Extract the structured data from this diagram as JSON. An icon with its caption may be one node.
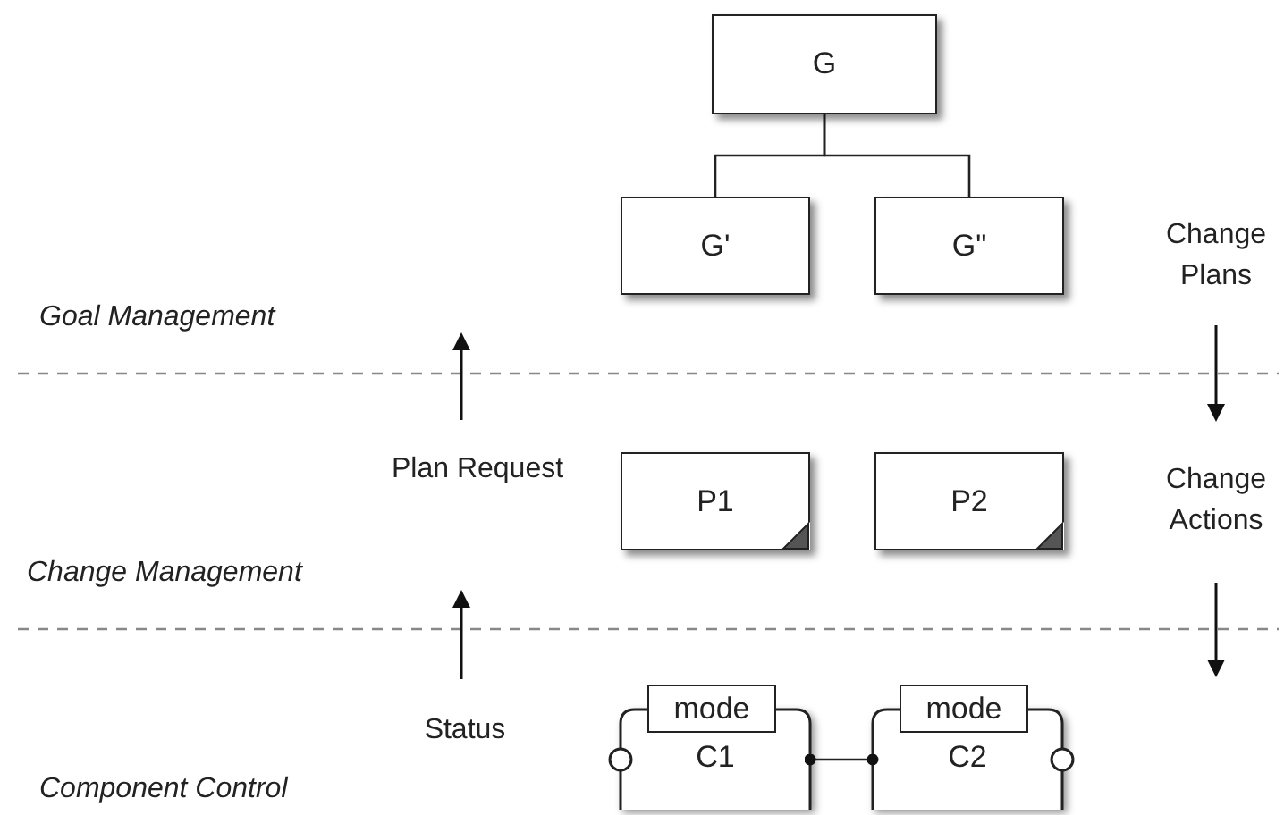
{
  "diagram": {
    "nodes": [
      {
        "text": [
          "G"
        ]
      },
      {
        "text": [
          "G'"
        ]
      },
      {
        "text": [
          "G\""
        ]
      },
      {
        "text": [
          "P1"
        ]
      },
      {
        "text": [
          "P2"
        ]
      },
      {
        "text": [
          "mode",
          "C1"
        ]
      },
      {
        "text": [
          "mode",
          "C2"
        ]
      }
    ],
    "edges": [
      {
        "from": 0,
        "to": 1,
        "arrow": "none"
      },
      {
        "from": 0,
        "to": 2,
        "arrow": "none"
      },
      {
        "from": 5,
        "to": 6,
        "arrow": "other"
      }
    ],
    "labels": [
      "Change Plans",
      "Goal Management",
      "Plan Request",
      "Change Actions",
      "Change Management",
      "Status",
      "Component Control"
    ]
  }
}
